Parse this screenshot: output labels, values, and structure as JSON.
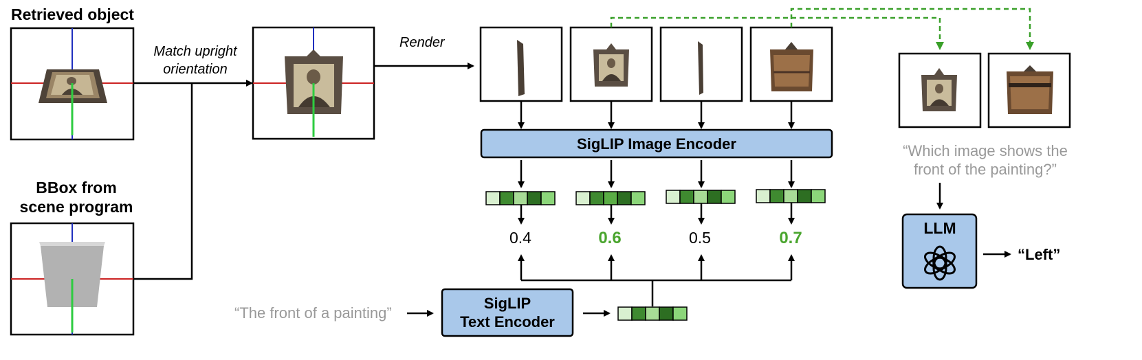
{
  "labels": {
    "retrieved_object": "Retrieved object",
    "bbox_line1": "BBox from",
    "bbox_line2": "scene program",
    "match_line1": "Match upright",
    "match_line2": "orientation",
    "render": "Render",
    "image_encoder": "SigLIP Image Encoder",
    "text_encoder_line1": "SigLIP",
    "text_encoder_line2": "Text Encoder",
    "text_prompt": "“The front of a painting”",
    "question_line1": "“Which image shows the",
    "question_line2": "front of the painting?”",
    "llm": "LLM",
    "answer": "“Left”"
  },
  "scores": [
    "0.4",
    "0.6",
    "0.5",
    "0.7"
  ],
  "colors": {
    "axis_x": "#cc2222",
    "axis_y": "#2ecc40",
    "axis_z": "#1f2fbf",
    "encoder_fill": "#a9c8ea",
    "highlight_green": "#4aa52e",
    "dashed_green": "#3aa02a",
    "gray_text": "#999999",
    "emb_light": "#d9f0d0",
    "emb_mid": "#5aad45",
    "emb_dark": "#2d6e22",
    "emb_bright": "#8cd67a"
  },
  "icons": [
    "openai-logo-icon",
    "photo-frame-icon",
    "gray-bbox-icon"
  ]
}
